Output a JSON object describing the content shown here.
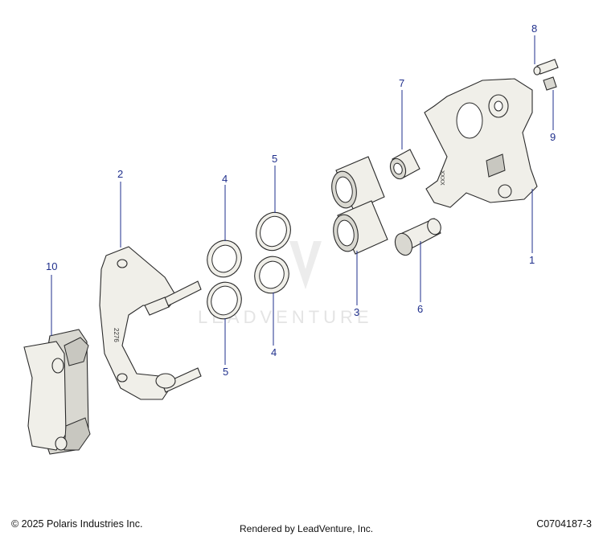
{
  "callouts": {
    "c1": "1",
    "c2": "2",
    "c3": "3",
    "c4a": "4",
    "c4b": "4",
    "c5a": "5",
    "c5b": "5",
    "c6": "6",
    "c7": "7",
    "c8": "8",
    "c9": "9",
    "c10": "10"
  },
  "markings": {
    "bracket_number": "2276",
    "caliper_code": "XXXX"
  },
  "watermark": "LEADVENTURE",
  "footer": {
    "copyright": "© 2025 Polaris Industries Inc.",
    "rendered_by": "Rendered by LeadVenture, Inc.",
    "figure_id": "C0704187-3"
  },
  "colors": {
    "callout": "#1f2f8c",
    "part_fill": "#f0efe9",
    "outline": "#2a2a2a"
  }
}
